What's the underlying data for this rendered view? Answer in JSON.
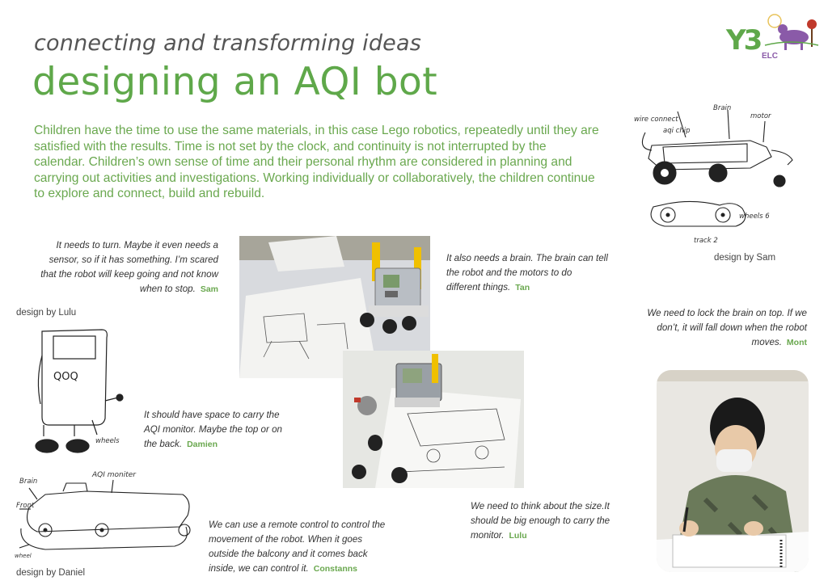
{
  "header": {
    "subtitle": "connecting and transforming ideas",
    "title": "designing an AQI bot",
    "intro": "Children have the time to use the same materials, in this case Lego robotics, repeatedly until they are satisfied with the results. Time is not set by the clock, and continuity is not interrupted by the calendar. Children’s own sense of time and their personal rhythm are considered in planning and carrying out activities and investigations. Working individually or collaboratively, the children continue to explore and connect, build and rebuild."
  },
  "logo": {
    "mark": "Y3",
    "sub": "ELC"
  },
  "captions": {
    "sam": "design  by Sam",
    "lulu": "design  by Lulu",
    "daniel": "design  by Daniel"
  },
  "sketch_labels": {
    "sam_brain": "Brain",
    "sam_motor": "motor",
    "sam_wire": "wire connect",
    "sam_aqi": "aqi chip",
    "sam_wheels": "wheels 6",
    "sam_track": "track 2",
    "lulu_face": "QOQ",
    "lulu_wheels": "wheels",
    "daniel_aqi": "AQI moniter",
    "daniel_brain": "Brain",
    "daniel_front": "Front",
    "daniel_wheel": "wheel"
  },
  "quotes": [
    {
      "text": "It needs to turn. Maybe it even needs a sensor, so if it has something. I’m scared that the robot will keep going and not know when to stop.",
      "who": "Sam"
    },
    {
      "text": "It also needs a brain. The brain can tell the robot and the motors to do different things.",
      "who": "Tan"
    },
    {
      "text": "We need to lock the brain on top. If we don’t, it will fall down when the robot moves.",
      "who": "Mont"
    },
    {
      "text": "It should have space to carry the AQI monitor. Maybe the top or on the back.",
      "who": "Damien"
    },
    {
      "text": "We can use a remote control to control the movement of the robot. When it goes outside the balcony and it comes back inside, we can control it.",
      "who": "Constanns"
    },
    {
      "text": "We need to think about the size.It should be big enough to carry the monitor.",
      "who": "Lulu"
    }
  ]
}
